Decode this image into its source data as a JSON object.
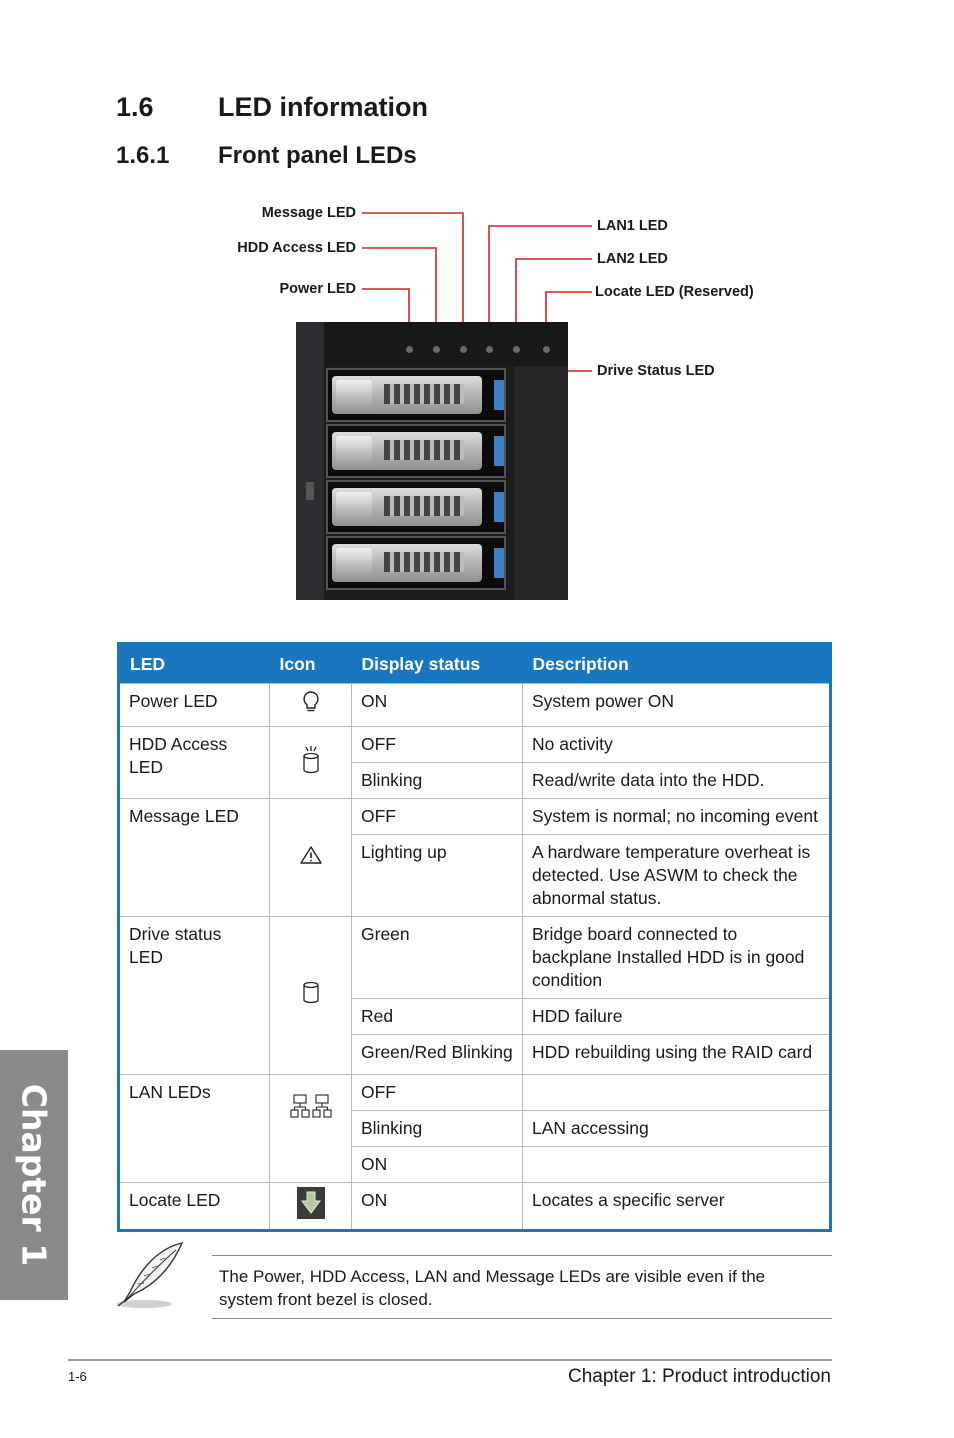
{
  "section": {
    "number": "1.6",
    "title": "LED information"
  },
  "subsection": {
    "number": "1.6.1",
    "title": "Front panel LEDs"
  },
  "callouts": {
    "message": "Message LED",
    "hdd_access": "HDD Access LED",
    "power": "Power LED",
    "lan1": "LAN1 LED",
    "lan2": "LAN2 LED",
    "locate": "Locate LED (Reserved)",
    "drive_status": "Drive Status LED"
  },
  "table": {
    "headers": {
      "led": "LED",
      "icon": "Icon",
      "status": "Display status",
      "desc": "Description"
    },
    "rows": {
      "power": {
        "led": "Power LED",
        "icon": "lightbulb-icon",
        "status": "ON",
        "desc": "System power ON"
      },
      "hdd": {
        "led": "HDD Access LED",
        "icon": "hdd-access-icon",
        "s1": "OFF",
        "d1": "No activity",
        "s2": "Blinking",
        "d2": "Read/write data into the HDD."
      },
      "message": {
        "led": "Message LED",
        "icon": "warning-icon",
        "s1": "OFF",
        "d1": "System is normal; no incoming event",
        "s2": "Lighting up",
        "d2": "A hardware temperature overheat is detected. Use ASWM to check the abnormal status."
      },
      "drive": {
        "led": "Drive status LED",
        "icon": "drive-icon",
        "s1": "Green",
        "d1": "Bridge board connected to backplane Installed HDD is in good condition",
        "s2": "Red",
        "d2": "HDD failure",
        "s3": "Green/Red Blinking",
        "d3": "HDD rebuilding using the RAID card"
      },
      "lan": {
        "led": "LAN LEDs",
        "icon": "network-icon",
        "s1": "OFF",
        "d1": "",
        "s2": "Blinking",
        "d2": "LAN accessing",
        "s3": "ON",
        "d3": ""
      },
      "locate": {
        "led": "Locate LED",
        "icon": "locate-icon",
        "status": "ON",
        "desc": "Locates a specific server"
      }
    }
  },
  "note": {
    "text": "The Power, HDD Access, LAN and Message LEDs are visible even if the system front bezel is closed.",
    "icon": "feather-note-icon"
  },
  "sidebar_tab": "Chapter 1",
  "footer": {
    "page": "1-6",
    "chapter": "Chapter 1: Product introduction"
  },
  "colors": {
    "table_header": "#1b76c0",
    "callout_line": "#d2232a",
    "side_tab": "#8a8a8c"
  }
}
